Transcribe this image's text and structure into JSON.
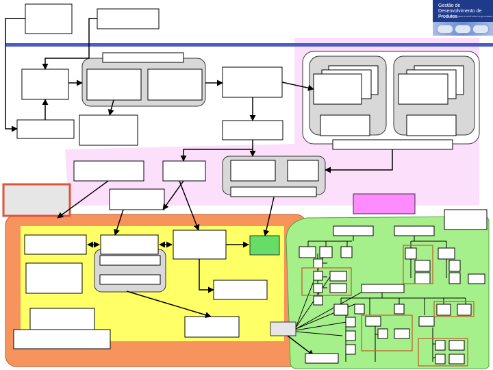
{
  "header": {
    "logo": {
      "name": "product-development-logo",
      "title": "Gestão de\nDesenvolvimento de Produtos",
      "subtitle": "Uma referência para a melhoria do processo"
    }
  },
  "colors": {
    "pink_region": "#fce0fb",
    "orange_region": "#f7935c",
    "yellow_region": "#ffff66",
    "green_region": "#a6f08c",
    "gray_group": "#d8d8d8",
    "red_frame": "#e0523a",
    "magenta_box": "#ff8cff",
    "green_box": "#66dd66",
    "blue_bar": "#4b5cc4"
  }
}
